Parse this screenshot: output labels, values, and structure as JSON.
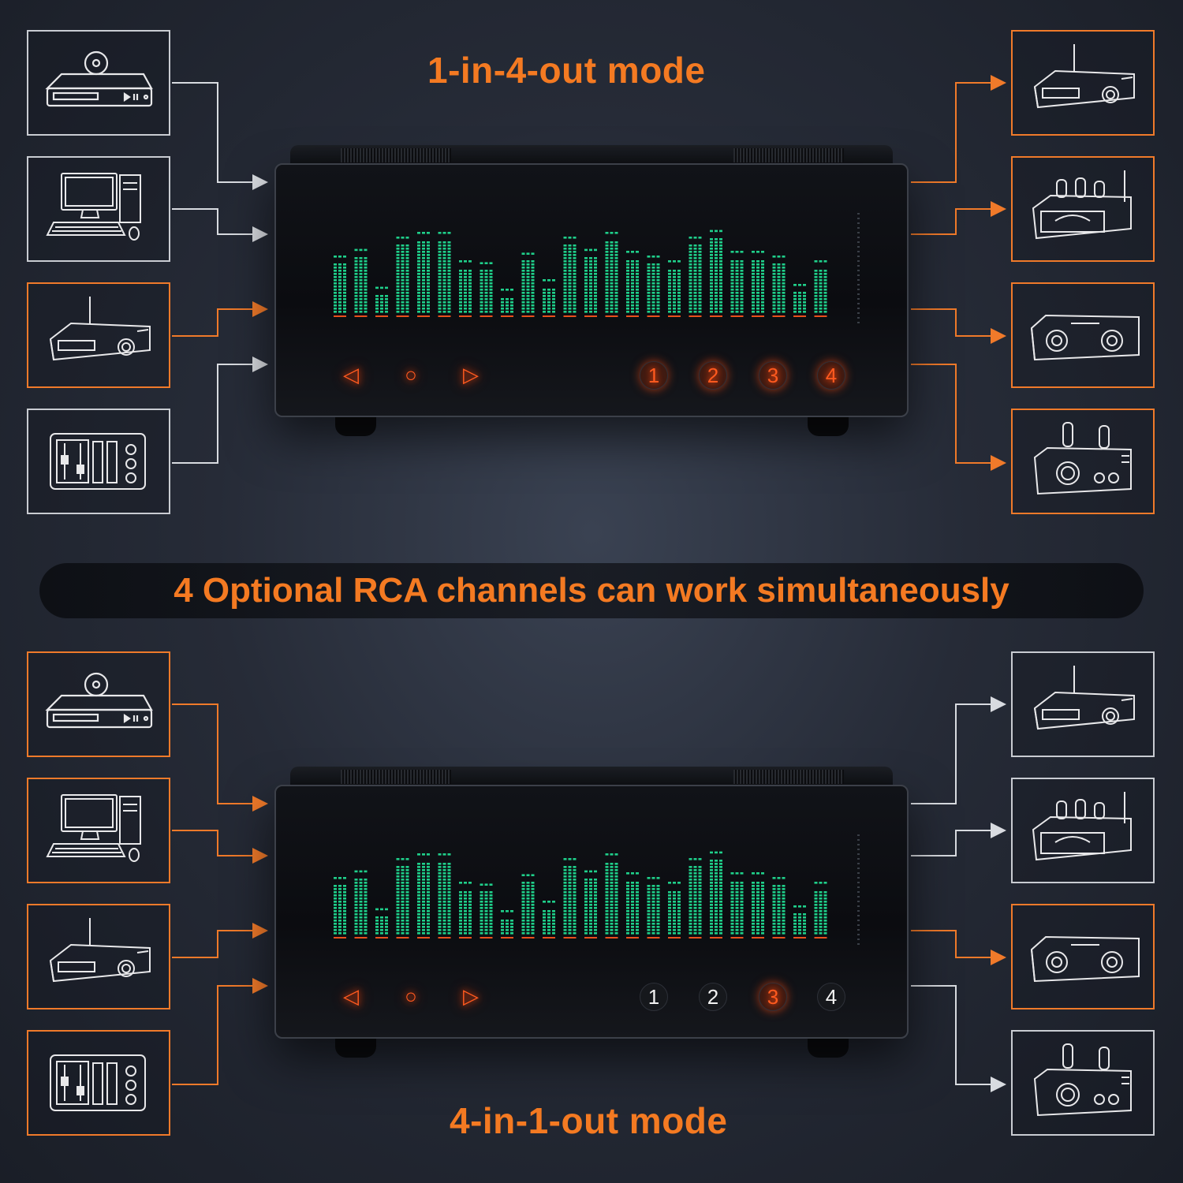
{
  "banner": {
    "text": "4 Optional RCA channels can work simultaneously"
  },
  "colors": {
    "accent": "#f47a22",
    "neutral": "#c9ccd2",
    "spectrum": "#1fcf8a"
  },
  "top": {
    "title": "1-in-4-out mode",
    "controls": {
      "prev": "◁",
      "power": "○",
      "next": "▷"
    },
    "channels": [
      {
        "label": "1",
        "lit": true
      },
      {
        "label": "2",
        "lit": true
      },
      {
        "label": "3",
        "lit": true
      },
      {
        "label": "4",
        "lit": true
      }
    ],
    "inputs": [
      {
        "device": "dvd-player-icon",
        "highlight": false
      },
      {
        "device": "desktop-computer-icon",
        "highlight": false
      },
      {
        "device": "bluetooth-amplifier-icon",
        "highlight": true
      },
      {
        "device": "mixer-icon",
        "highlight": false
      }
    ],
    "outputs": [
      {
        "device": "bluetooth-amplifier-icon",
        "highlight": true
      },
      {
        "device": "tube-amplifier-icon",
        "highlight": true
      },
      {
        "device": "power-amplifier-icon",
        "highlight": true
      },
      {
        "device": "tube-preamp-icon",
        "highlight": true
      }
    ]
  },
  "bottom": {
    "title": "4-in-1-out mode",
    "controls": {
      "prev": "◁",
      "power": "○",
      "next": "▷"
    },
    "channels": [
      {
        "label": "1",
        "lit": false
      },
      {
        "label": "2",
        "lit": false
      },
      {
        "label": "3",
        "lit": true
      },
      {
        "label": "4",
        "lit": false
      }
    ],
    "inputs": [
      {
        "device": "dvd-player-icon",
        "highlight": true
      },
      {
        "device": "desktop-computer-icon",
        "highlight": true
      },
      {
        "device": "bluetooth-amplifier-icon",
        "highlight": true
      },
      {
        "device": "mixer-icon",
        "highlight": true
      }
    ],
    "outputs": [
      {
        "device": "bluetooth-amplifier-icon",
        "highlight": false
      },
      {
        "device": "tube-amplifier-icon",
        "highlight": false
      },
      {
        "device": "power-amplifier-icon",
        "highlight": true
      },
      {
        "device": "tube-preamp-icon",
        "highlight": false
      }
    ]
  },
  "spectrum_levels": [
    0.55,
    0.62,
    0.22,
    0.75,
    0.8,
    0.8,
    0.5,
    0.48,
    0.2,
    0.58,
    0.3,
    0.75,
    0.62,
    0.8,
    0.6,
    0.55,
    0.5,
    0.75,
    0.82,
    0.6,
    0.6,
    0.55,
    0.25,
    0.5
  ]
}
